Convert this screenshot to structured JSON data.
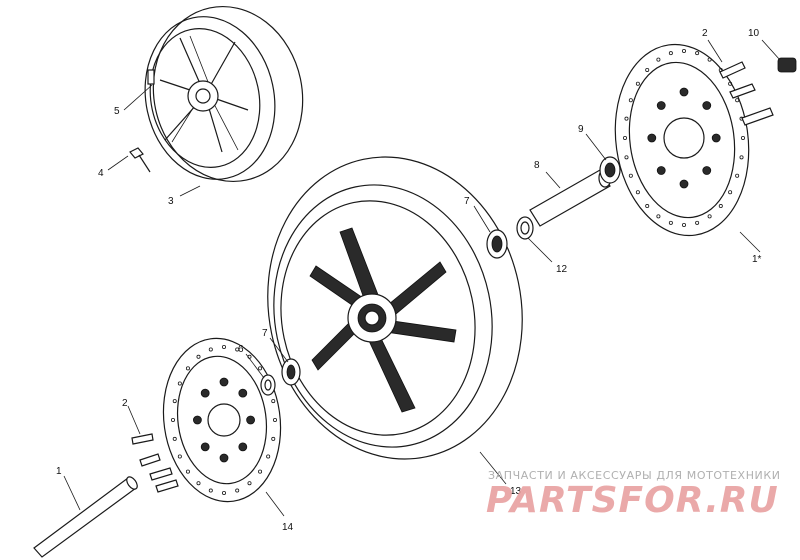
{
  "callouts": {
    "c1_axle": "1",
    "c1_disc_right": "1*",
    "c2_bolts_left": "2",
    "c2_bolts_right": "2",
    "c3": "3",
    "c4": "4",
    "c5": "5",
    "c6": "6",
    "c7_left": "7",
    "c7_right": "7",
    "c8": "8",
    "c9": "9",
    "c10": "10",
    "c12": "12",
    "c13": "13",
    "c14": "14"
  },
  "watermark": {
    "caption": "ЗАПЧАСТИ И АКСЕССУАРЫ ДЛЯ МОТОТЕХНИКИ",
    "logo": "PARTSFOR.RU"
  },
  "colors": {
    "line": "#1a1a1a",
    "watermark_logo": "#e8a0a0",
    "watermark_caption": "#b0b0b0"
  }
}
